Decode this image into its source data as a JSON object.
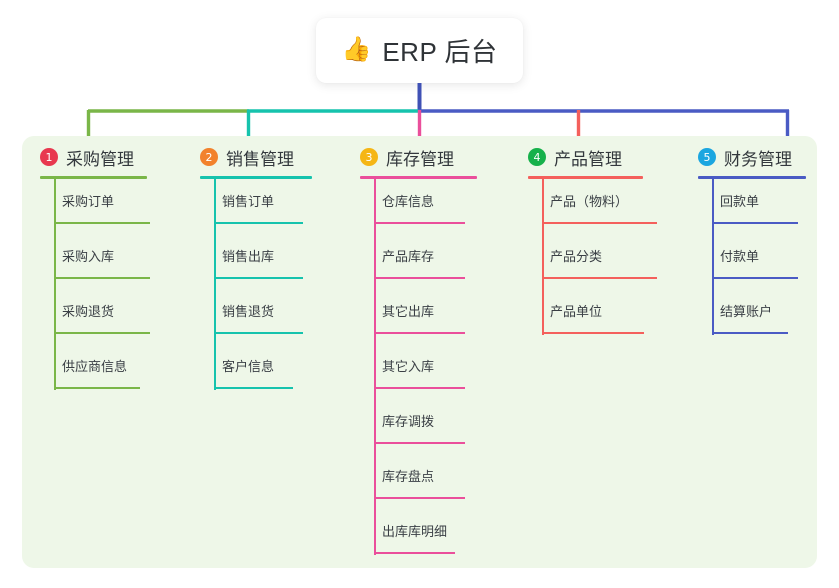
{
  "root": {
    "icon": "thumbs-up-emoji",
    "icon_glyph": "👍",
    "label": "ERP 后台"
  },
  "panel": {
    "background_color": "#eef7e8"
  },
  "columns": [
    {
      "number": "1",
      "title": "采购管理",
      "badge_color": "#e8384f",
      "line_color": "#7ab648",
      "connector_color": "#7ab648",
      "items": [
        "采购订单",
        "采购入库",
        "采购退货",
        "供应商信息"
      ]
    },
    {
      "number": "2",
      "title": "销售管理",
      "badge_color": "#f2822c",
      "line_color": "#16c3ad",
      "connector_color": "#16c3ad",
      "items": [
        "销售订单",
        "销售出库",
        "销售退货",
        "客户信息"
      ]
    },
    {
      "number": "3",
      "title": "库存管理",
      "badge_color": "#f5b615",
      "line_color": "#ea4f9b",
      "connector_color": "#ea4f9b",
      "items": [
        "仓库信息",
        "产品库存",
        "其它出库",
        "其它入库",
        "库存调拨",
        "库存盘点",
        "出库库明细"
      ]
    },
    {
      "number": "4",
      "title": "产品管理",
      "badge_color": "#16b14b",
      "line_color": "#f4605c",
      "connector_color": "#f4605c",
      "items": [
        "产品（物料）",
        "产品分类",
        "产品单位"
      ]
    },
    {
      "number": "5",
      "title": "财务管理",
      "badge_color": "#1ba6e0",
      "line_color": "#4a5bc4",
      "connector_color": "#4a5bc4",
      "items": [
        "回款单",
        "付款单",
        "结算账户"
      ]
    }
  ],
  "connector": {
    "stem_color": "#3f51b5",
    "segment_1_color": "#7ab648",
    "segment_2_color": "#16c3ad",
    "segment_3_color": "#4a5bc4"
  }
}
